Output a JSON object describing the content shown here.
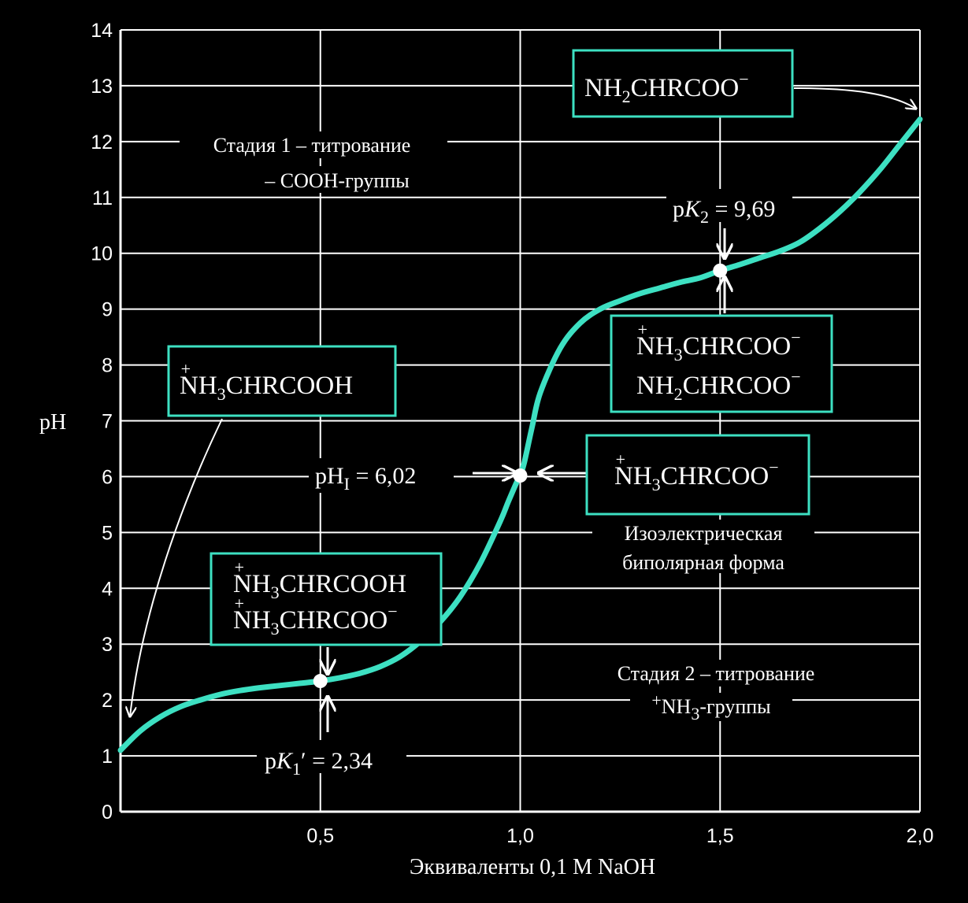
{
  "chart_data": {
    "type": "line",
    "xlabel": "Эквиваленты 0,1 M NaOH",
    "ylabel": "pH",
    "xlim": [
      0,
      2
    ],
    "ylim": [
      0,
      14
    ],
    "x_ticks": [
      "0,5",
      "1,0",
      "1,5",
      "2,0"
    ],
    "y_ticks": [
      "0",
      "1",
      "2",
      "3",
      "4",
      "5",
      "6",
      "7",
      "8",
      "9",
      "10",
      "11",
      "12",
      "13",
      "14"
    ],
    "grid": true,
    "curve_color": "#3de0c2",
    "box_border_color": "#3de0c2",
    "series": [
      {
        "x": [
          0.0,
          0.05,
          0.1,
          0.15,
          0.2,
          0.25,
          0.3,
          0.35,
          0.4,
          0.45,
          0.5,
          0.55,
          0.6,
          0.65,
          0.7,
          0.75,
          0.8,
          0.85,
          0.9,
          0.95,
          0.97,
          0.99,
          1.0,
          1.01,
          1.03,
          1.05,
          1.1,
          1.15,
          1.2,
          1.25,
          1.3,
          1.35,
          1.4,
          1.45,
          1.5,
          1.55,
          1.6,
          1.65,
          1.7,
          1.75,
          1.8,
          1.85,
          1.9,
          1.95,
          2.0
        ],
        "y": [
          1.1,
          1.45,
          1.7,
          1.88,
          2.0,
          2.1,
          2.17,
          2.22,
          2.26,
          2.3,
          2.34,
          2.4,
          2.48,
          2.6,
          2.78,
          3.05,
          3.4,
          3.85,
          4.45,
          5.2,
          5.55,
          5.88,
          6.02,
          6.25,
          6.9,
          7.5,
          8.3,
          8.75,
          9.0,
          9.15,
          9.28,
          9.38,
          9.48,
          9.56,
          9.69,
          9.8,
          9.92,
          10.04,
          10.2,
          10.45,
          10.75,
          11.1,
          11.5,
          11.95,
          12.4
        ]
      }
    ],
    "points": [
      {
        "x": 0.5,
        "y": 2.34
      },
      {
        "x": 1.0,
        "y": 6.02
      },
      {
        "x": 1.5,
        "y": 9.69
      }
    ]
  },
  "labels": {
    "stage1_line1": "Стадия 1 – титрование",
    "stage1_line2": "– COOH-группы",
    "stage2_line1": "Стадия 2 – титрование",
    "stage2_line2_sup": "+",
    "stage2_line2_a": "NH",
    "stage2_line2_sub": "3",
    "stage2_line2_b": "-группы",
    "isoelectric_line1": "Изоэлектрическая",
    "isoelectric_line2": "биполярная форма",
    "pk1_prefix": "p",
    "pk1_k": "K",
    "pk1_sub": "1",
    "pk1_prime": "′",
    "pk1_value": " = 2,34",
    "pk2_prefix": "p",
    "pk2_k": "K",
    "pk2_sub": "2",
    "pk2_value": " = 9,69",
    "phi_prefix": "pH",
    "phi_sub": "I",
    "phi_value": " = 6,02"
  },
  "species": {
    "box_top": {
      "a": "NH",
      "sub": "2",
      "b": "CHRCOO",
      "sup": "−"
    },
    "box_acid": {
      "plus": "+",
      "a": "NH",
      "sub": "3",
      "b": "CHRCOOH"
    },
    "box_mix_low_1": {
      "plus": "+",
      "a": "NH",
      "sub": "3",
      "b": "CHRCOOH"
    },
    "box_mix_low_2": {
      "plus": "+",
      "a": "NH",
      "sub": "3",
      "b": "CHRCOO",
      "sup": "−"
    },
    "box_mix_high_1": {
      "plus": "+",
      "a": "NH",
      "sub": "3",
      "b": "CHRCOO",
      "sup": "−"
    },
    "box_mix_high_2": {
      "a": "NH",
      "sub": "2",
      "b": "CHRCOO",
      "sup": "−"
    },
    "box_zwitter": {
      "plus": "+",
      "a": "NH",
      "sub": "3",
      "b": "CHRCOO",
      "sup": "−"
    }
  }
}
